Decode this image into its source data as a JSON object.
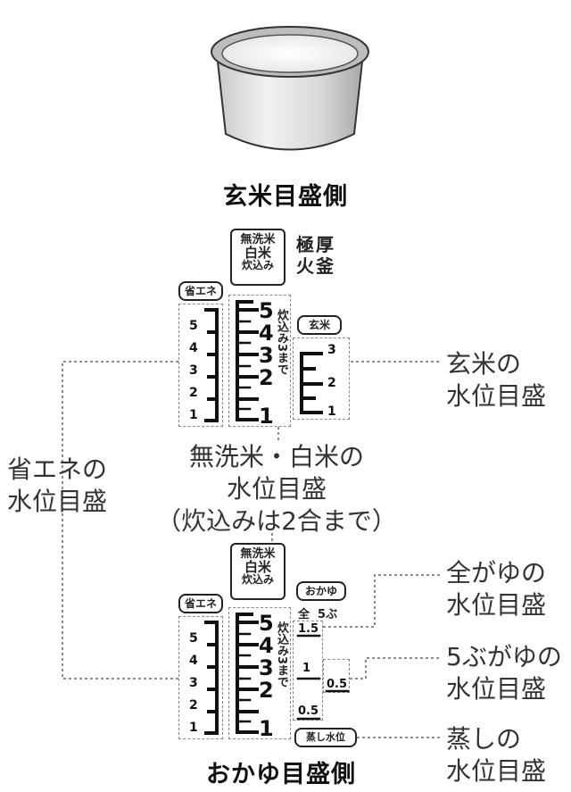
{
  "headings": {
    "top": "玄米目盛側",
    "bottom": "おかゆ目盛側"
  },
  "top_gauge": {
    "tag_mutheki": [
      "無洗米",
      "白米",
      "炊込み"
    ],
    "brand": "極厚火釜",
    "tag_shouene": "省エネ",
    "tag_genmai": "玄米",
    "left_scale": [
      "5",
      "4",
      "3",
      "2",
      "1"
    ],
    "main_scale": [
      "5",
      "4",
      "3",
      "2",
      "1"
    ],
    "vertical_note": "炊込み3まで",
    "genmai_scale": [
      "3",
      "2",
      "1"
    ]
  },
  "bottom_gauge": {
    "tag_mutheki": [
      "無洗米",
      "白米",
      "炊込み"
    ],
    "tag_shouene": "省エネ",
    "tag_okayu": "おかゆ",
    "okayu_header": "全  5ぶ",
    "left_scale": [
      "5",
      "4",
      "3",
      "2",
      "1"
    ],
    "main_scale": [
      "5",
      "4",
      "3",
      "2",
      "1"
    ],
    "vertical_note": "炊込み3まで",
    "okayu_full_values": [
      "1.5",
      "1",
      "0.5"
    ],
    "okayu_5bu_value": "0.5",
    "steam_tag": "蒸し水位"
  },
  "callouts": {
    "genmai": [
      "玄米の",
      "水位目盛"
    ],
    "white_rice": [
      "無洗米・白米の",
      "水位目盛",
      "（炊込みは2合まで）"
    ],
    "shouene": [
      "省エネの",
      "水位目盛"
    ],
    "zen_gayu": [
      "全がゆの",
      "水位目盛"
    ],
    "gobu_gayu": [
      "5ぶがゆの",
      "水位目盛"
    ],
    "steam": [
      "蒸しの",
      "水位目盛"
    ]
  }
}
